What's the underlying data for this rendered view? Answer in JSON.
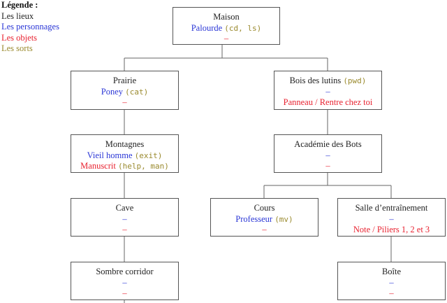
{
  "legend": {
    "title": "Légende :",
    "places": "Les lieux",
    "characters": "Les personnages",
    "objects": "Les objets",
    "spells": "Les sorts"
  },
  "colors": {
    "place": "#222222",
    "character": "#2a36d6",
    "object": "#e8212f",
    "spell": "#9a8a2e",
    "border": "#555555",
    "connector": "#666666"
  },
  "nodes": {
    "maison": {
      "place": "Maison",
      "character": "Palourde",
      "character_spells": "(cd, ls)",
      "object": "–"
    },
    "prairie": {
      "place": "Prairie",
      "character": "Poney",
      "character_spells": "(cat)",
      "object": "–"
    },
    "bois": {
      "place": "Bois des lutins",
      "place_spells": "(pwd)",
      "character": "–",
      "object": "Panneau / Rentre chez toi"
    },
    "montagnes": {
      "place": "Montagnes",
      "character": "Vieil homme",
      "character_spells": "(exit)",
      "object": "Manuscrit",
      "object_spells": "(help, man)"
    },
    "academie": {
      "place": "Académie des Bots",
      "character": "–",
      "object": "–"
    },
    "cave": {
      "place": "Cave",
      "character": "–",
      "object": "–"
    },
    "cours": {
      "place": "Cours",
      "character": "Professeur",
      "character_spells": "(mv)",
      "object": "–"
    },
    "salle": {
      "place": "Salle d’entraînement",
      "character": "–",
      "object": "Note / Piliers 1, 2 et 3"
    },
    "sombre": {
      "place": "Sombre corridor",
      "character": "–",
      "object": "–"
    },
    "boite": {
      "place": "Boîte",
      "character": "–",
      "object": "–"
    }
  }
}
